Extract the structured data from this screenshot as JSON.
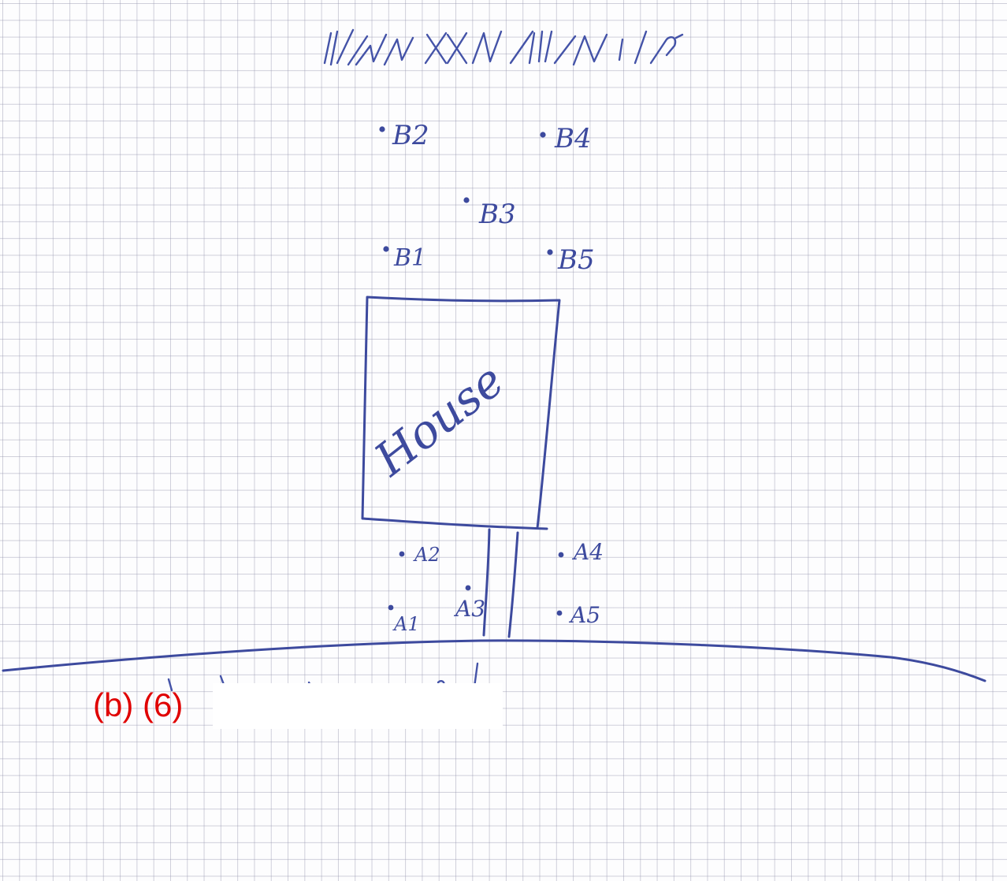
{
  "labels": {
    "house": "House",
    "b1": "B1",
    "b2": "B2",
    "b3": "B3",
    "b4": "B4",
    "b5": "B5",
    "a1": "A1",
    "a2": "A2",
    "a3": "A3",
    "a4": "A4",
    "a5": "A5"
  },
  "caption": "(b) (6)",
  "colors": {
    "ink": "#3d4a9e",
    "caption": "#e00000",
    "grid": "#9696af"
  }
}
